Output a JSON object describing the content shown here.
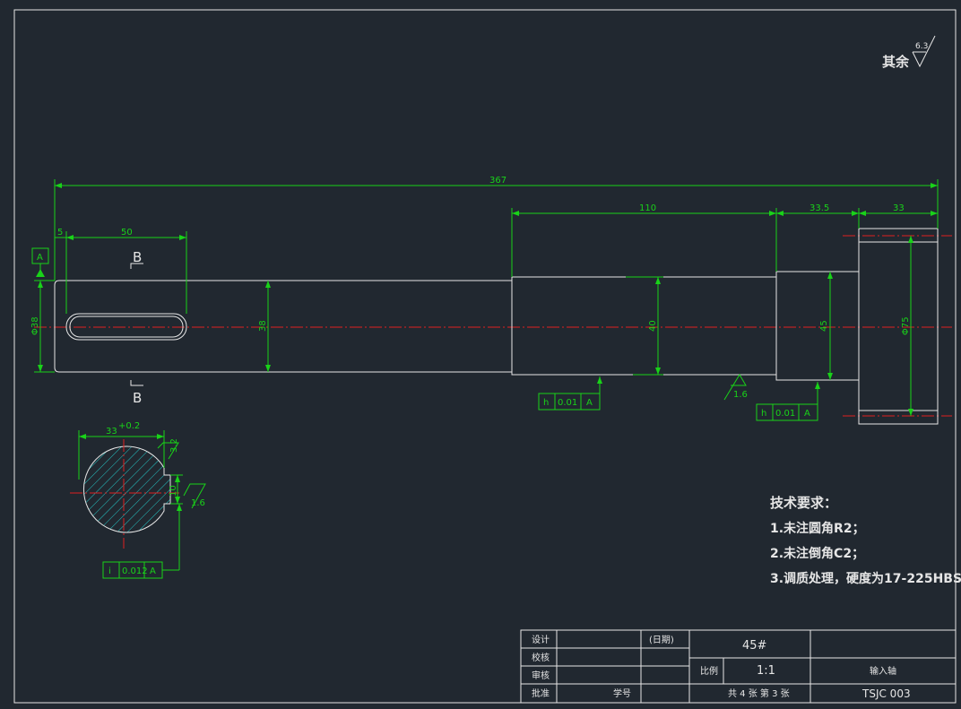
{
  "roughness_note": {
    "label": "其余",
    "value": "6.3"
  },
  "dimensions": {
    "total_length": "367",
    "keyway_offset": "5",
    "keyway_length": "50",
    "seg_110": "110",
    "seg_33_5": "33.5",
    "seg_33": "33",
    "dia_left": "Φ38",
    "dia_38": "38",
    "dia_40": "40",
    "dia_45": "45",
    "dia_75": "Φ75",
    "key_depth": "33",
    "key_tol": "+0.2",
    "key_width": "10",
    "rough_1_6": "1.6",
    "rough_3_2": "3.2"
  },
  "datum": "A",
  "section_label": "B",
  "tolerances": [
    {
      "symbol": "h",
      "value": "0.01",
      "datum": "A"
    },
    {
      "symbol": "h",
      "value": "0.01",
      "datum": "A"
    },
    {
      "symbol": "i",
      "value": "0.012",
      "datum": "A"
    }
  ],
  "requirements": {
    "title": "技术要求：",
    "items": [
      "1.未注圆角R2；",
      "2.未注倒角C2；",
      "3.调质处理，硬度为17-225HBS"
    ]
  },
  "title_block": {
    "design": "设计",
    "check": "校核",
    "review": "审核",
    "approve": "批准",
    "date": "(日期)",
    "sign": "学号",
    "material": "45#",
    "scale_label": "比例",
    "scale": "1:1",
    "sheets": "共 4 张  第 3 张",
    "part_name": "输入轴",
    "drawing_no": "TSJC 003"
  },
  "colors": {
    "background": "#212830",
    "dimension": "#19d219",
    "outline": "#e6e6e6",
    "centerline": "#e02020",
    "hatch": "#25c6c6"
  }
}
